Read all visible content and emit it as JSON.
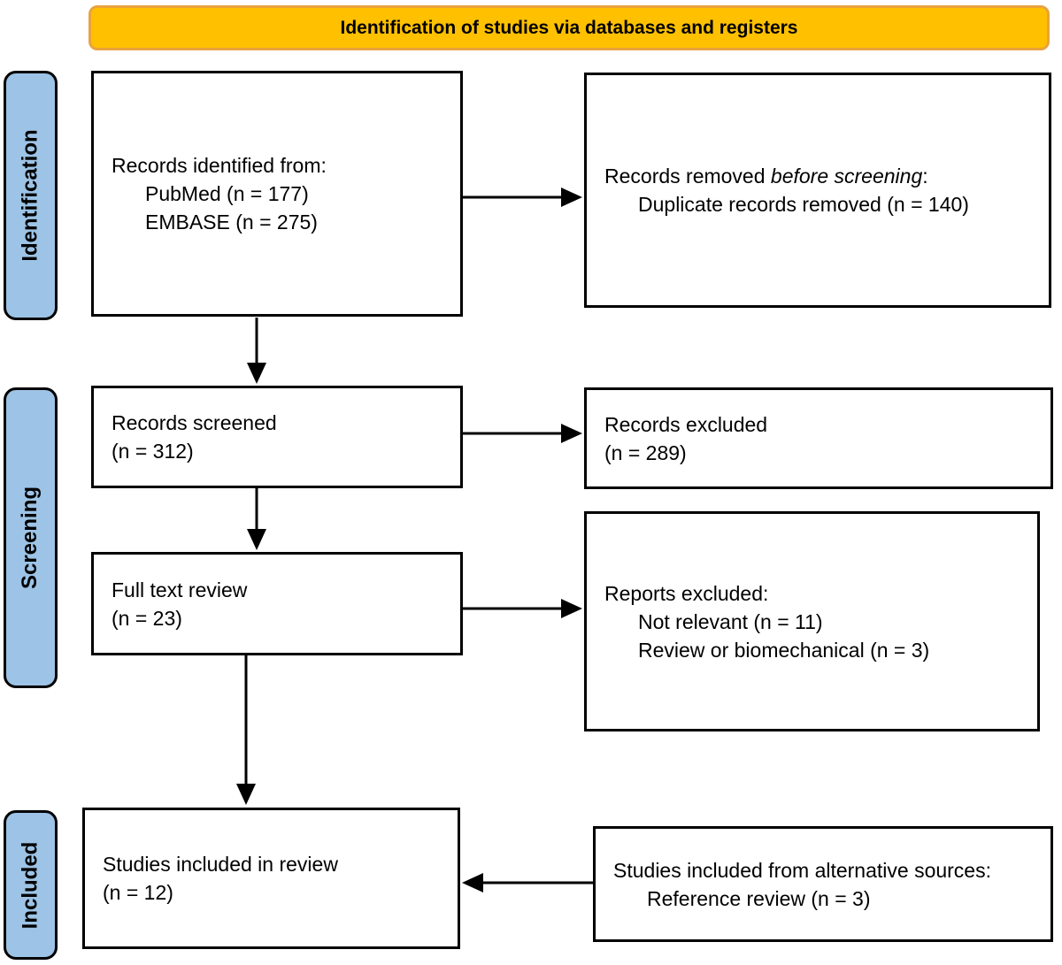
{
  "banner": {
    "title": "Identification of studies via databases and registers"
  },
  "stages": {
    "identification": "Identification",
    "screening": "Screening",
    "included": "Included"
  },
  "boxes": {
    "records_identified": {
      "heading": "Records identified from:",
      "items": [
        "PubMed (n = 177)",
        "EMBASE (n = 275)"
      ]
    },
    "records_removed": {
      "heading_prefix": "Records removed ",
      "heading_italic": "before screening",
      "heading_suffix": ":",
      "items": [
        "Duplicate records removed (n = 140)"
      ]
    },
    "records_screened": {
      "lines": [
        "Records screened",
        "(n = 312)"
      ]
    },
    "records_excluded": {
      "lines": [
        "Records excluded",
        "(n = 289)"
      ]
    },
    "full_text_review": {
      "lines": [
        "Full text review",
        "(n = 23)"
      ]
    },
    "reports_excluded": {
      "heading": "Reports excluded:",
      "items": [
        "Not relevant (n = 11)",
        "Review or biomechanical (n = 3)"
      ]
    },
    "studies_included": {
      "lines": [
        "Studies included in review",
        "(n = 12)"
      ]
    },
    "alternative_sources": {
      "heading": "Studies included from alternative sources:",
      "items": [
        "Reference review (n = 3)"
      ]
    }
  },
  "colors": {
    "banner_fill": "#FFC000",
    "banner_border": "#E8A33D",
    "stage_fill": "#9DC3E6",
    "stage_border": "#000000",
    "box_fill": "#FFFFFF",
    "box_border": "#000000",
    "arrow": "#000000",
    "text": "#000000"
  }
}
